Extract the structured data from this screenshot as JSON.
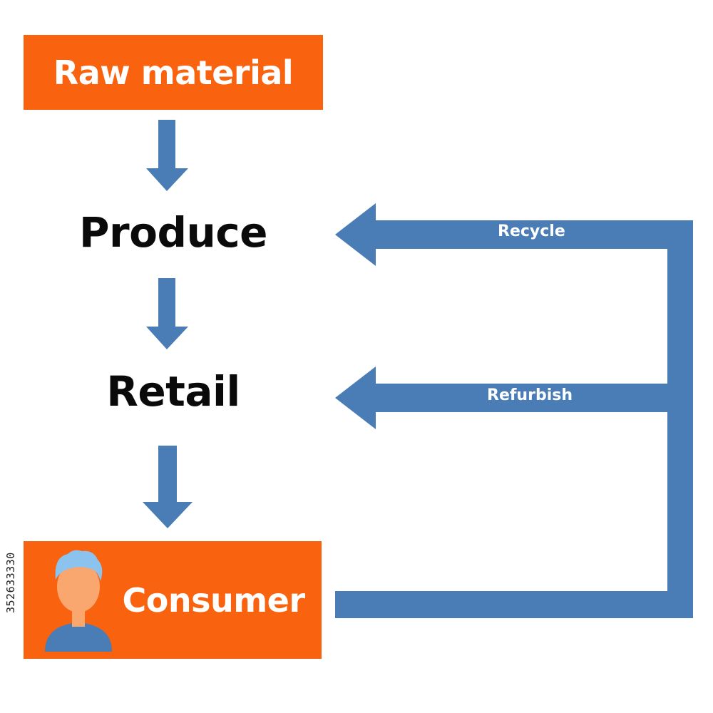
{
  "stages": {
    "raw_material": "Raw material",
    "produce": "Produce",
    "retail": "Retail",
    "consumer": "Consumer"
  },
  "loops": {
    "recycle": "Recycle",
    "refurbish": "Refurbish"
  },
  "stock_id": "352633330",
  "colors": {
    "box": "#f9620f",
    "arrow": "#4a7db5",
    "box_text": "#ffffff",
    "stage_text": "#0a0a0a",
    "avatar_hair": "#8cc3ee",
    "avatar_skin": "#f9a76e",
    "avatar_shirt": "#4a7db5"
  },
  "icons": {
    "consumer": "person-avatar-icon",
    "flow": "down-arrow-icon"
  }
}
